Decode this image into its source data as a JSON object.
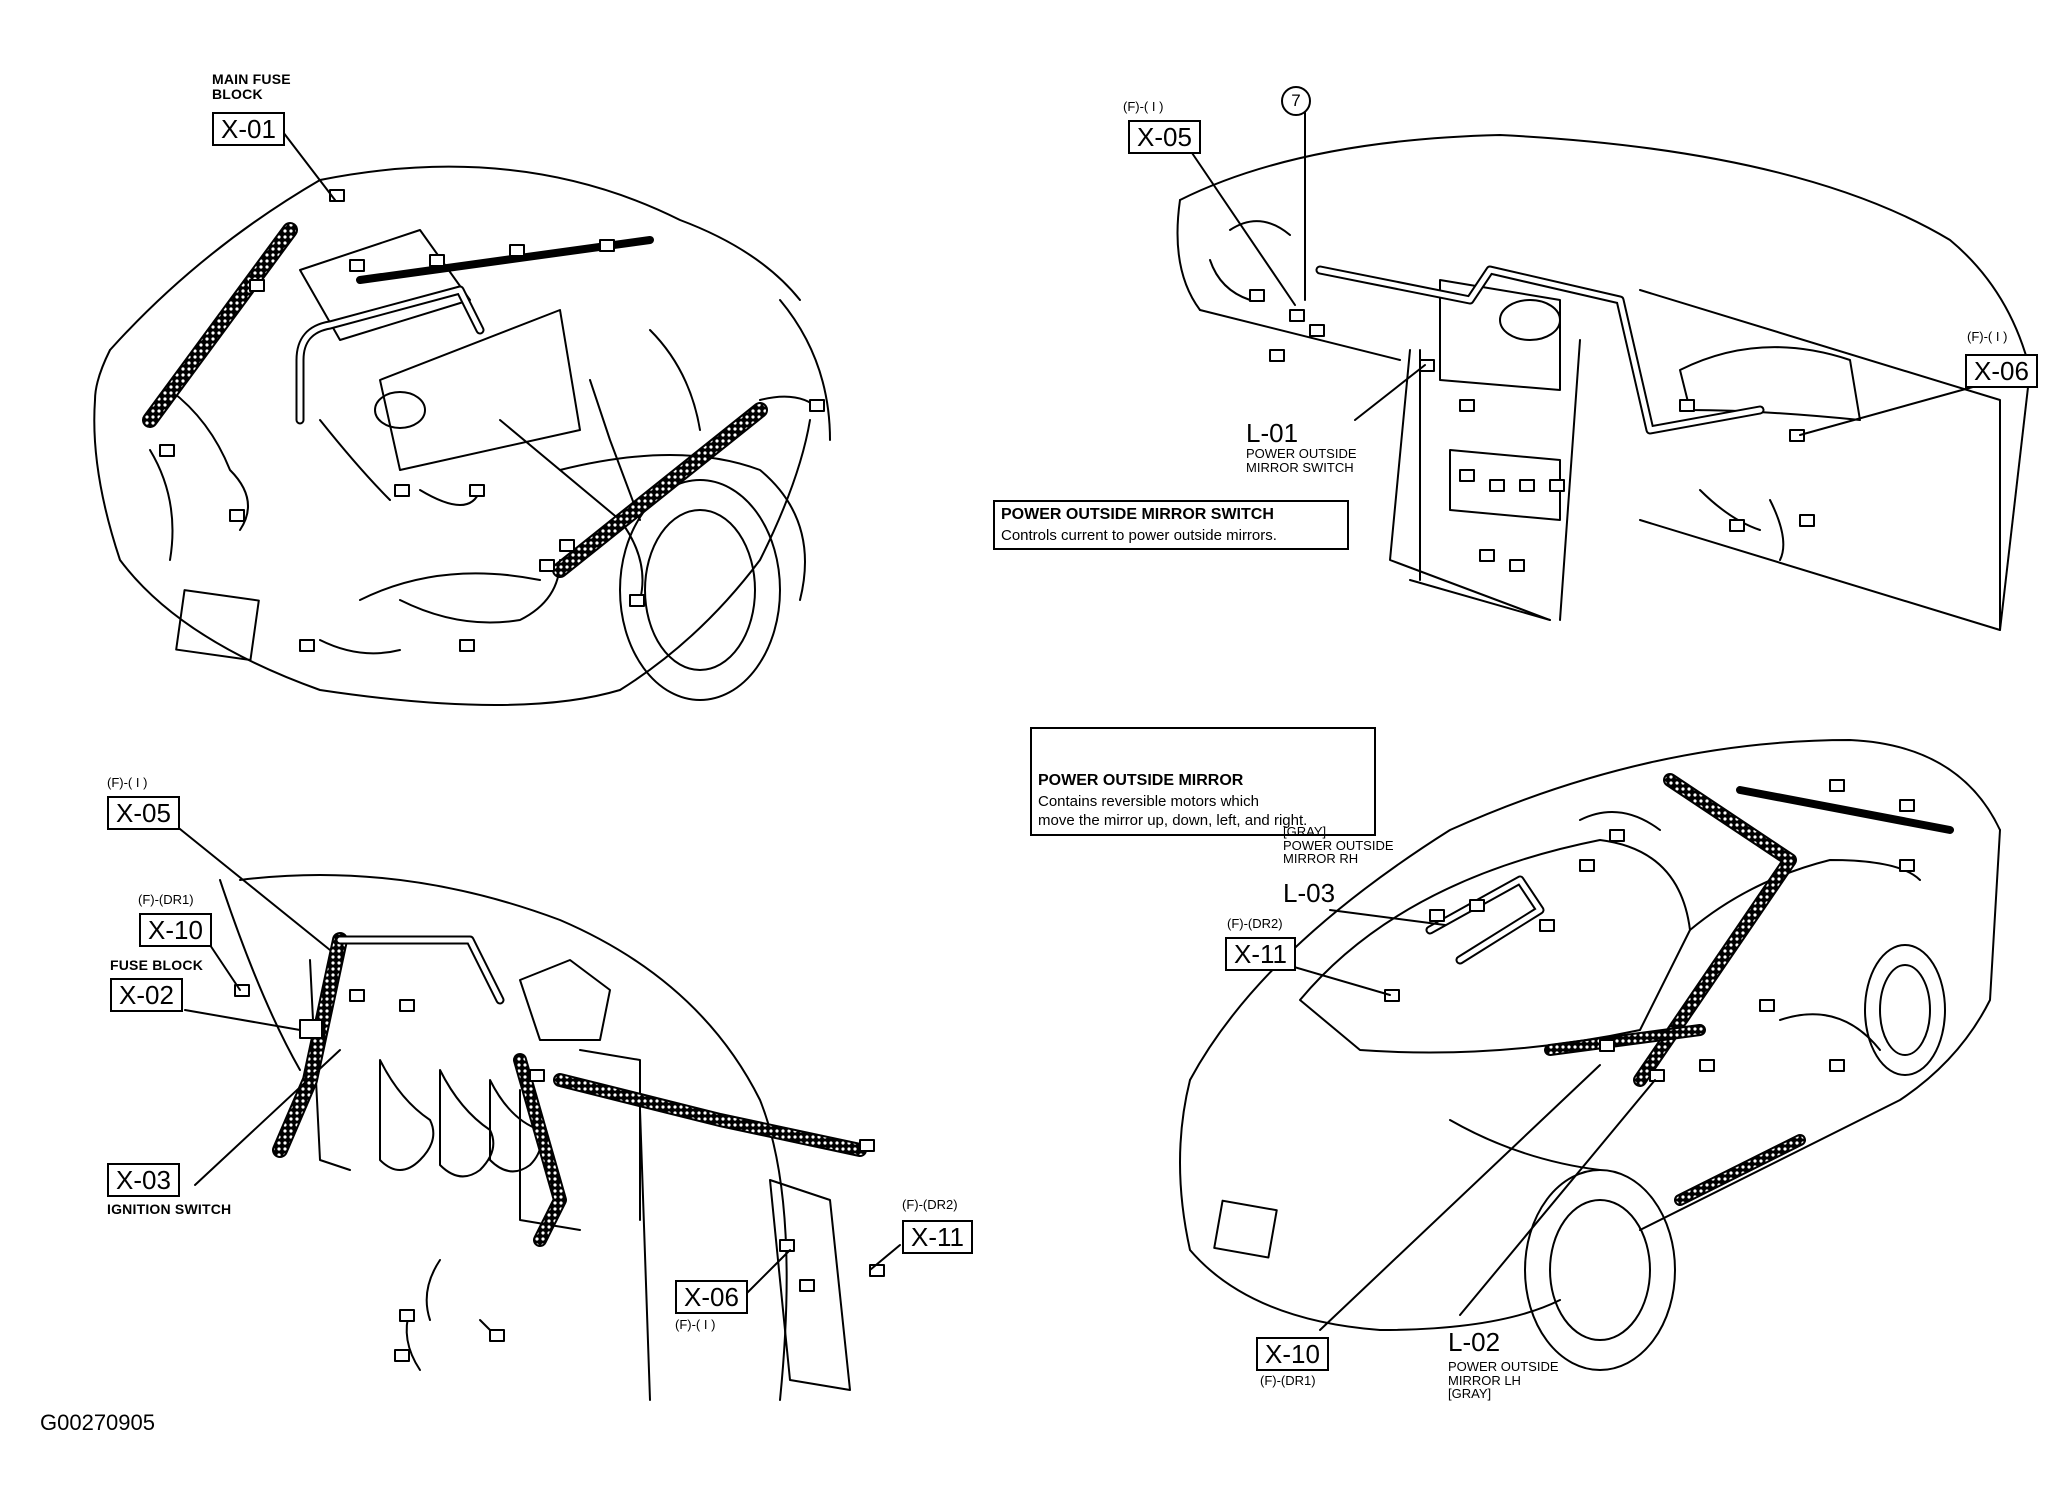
{
  "figure_id": "G00270905",
  "top_left": {
    "main_fuse_block_label": "MAIN FUSE\nBLOCK",
    "x01": "X-01"
  },
  "top_right": {
    "x05_sub": "(F)-( I )",
    "x05": "X-05",
    "ref_circle": "7",
    "x06_sub": "(F)-( I )",
    "x06": "X-06",
    "l01": "L-01",
    "l01_desc": "POWER OUTSIDE\nMIRROR SWITCH",
    "desc_title": "POWER OUTSIDE MIRROR SWITCH",
    "desc_text": "Controls current to power outside mirrors."
  },
  "bottom_left": {
    "x05_sub": "(F)-( I )",
    "x05": "X-05",
    "x10_sub": "(F)-(DR1)",
    "x10": "X-10",
    "fuse_block_label": "FUSE BLOCK",
    "x02": "X-02",
    "x03": "X-03",
    "ignition_label": "IGNITION SWITCH",
    "x11_sub": "(F)-(DR2)",
    "x11": "X-11",
    "x06": "X-06",
    "x06_sub": "(F)-( I )"
  },
  "bottom_right": {
    "desc_title": "POWER OUTSIDE MIRROR",
    "desc_text": "Contains reversible motors which\nmove the mirror up, down, left, and right.",
    "l03_desc": "[GRAY]\nPOWER OUTSIDE\nMIRROR RH",
    "l03": "L-03",
    "x11_sub": "(F)-(DR2)",
    "x11": "X-11",
    "x10": "X-10",
    "x10_sub": "(F)-(DR1)",
    "l02": "L-02",
    "l02_desc": "POWER OUTSIDE\nMIRROR LH\n[GRAY]"
  }
}
